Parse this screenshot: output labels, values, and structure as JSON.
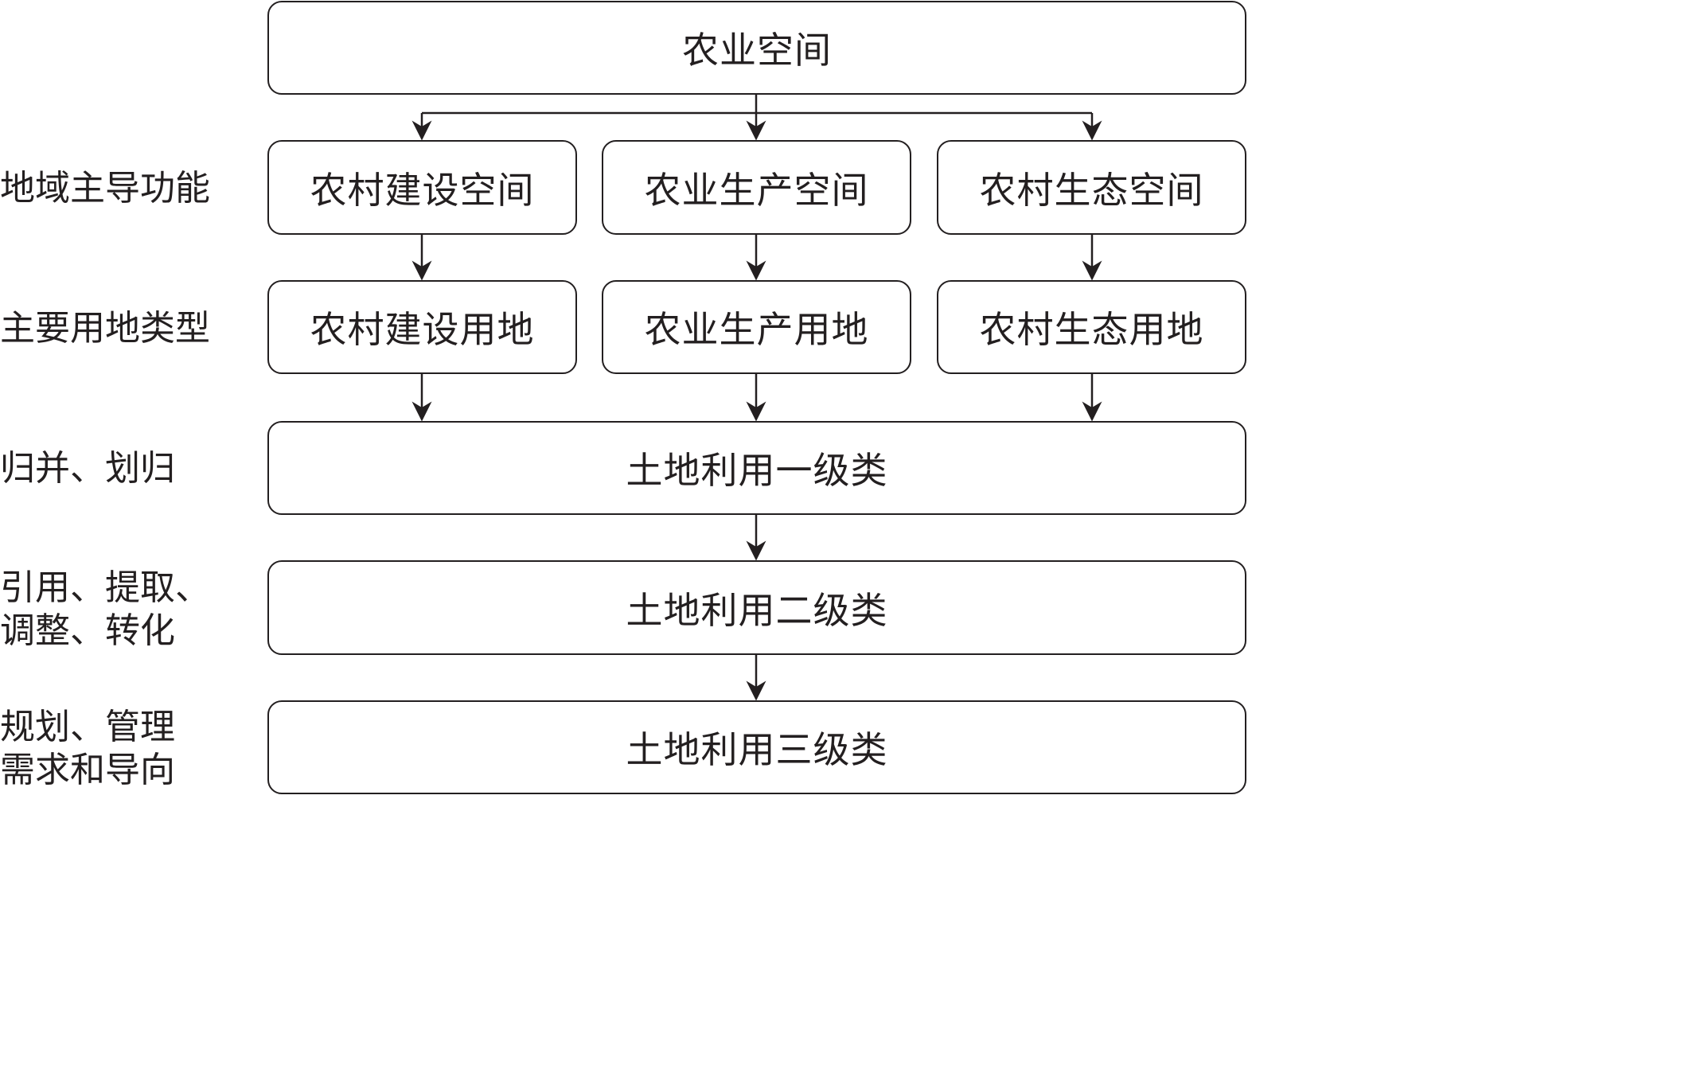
{
  "top": {
    "label": "农业空间"
  },
  "row1": {
    "side_label": "地域主导功能",
    "boxes": [
      "农村建设空间",
      "农业生产空间",
      "农村生态空间"
    ]
  },
  "row2": {
    "side_label": "主要用地类型",
    "boxes": [
      "农村建设用地",
      "农业生产用地",
      "农村生态用地"
    ]
  },
  "level1": {
    "side_label": "归并、划归",
    "label": "土地利用一级类"
  },
  "level2": {
    "side_label_lines": [
      "引用、提取、",
      "调整、转化"
    ],
    "label": "土地利用二级类"
  },
  "level3": {
    "side_label_lines": [
      "规划、管理",
      "需求和导向"
    ],
    "label": "土地利用三级类"
  },
  "colors": {
    "line": "#231f20",
    "fill": "#ffffff"
  }
}
